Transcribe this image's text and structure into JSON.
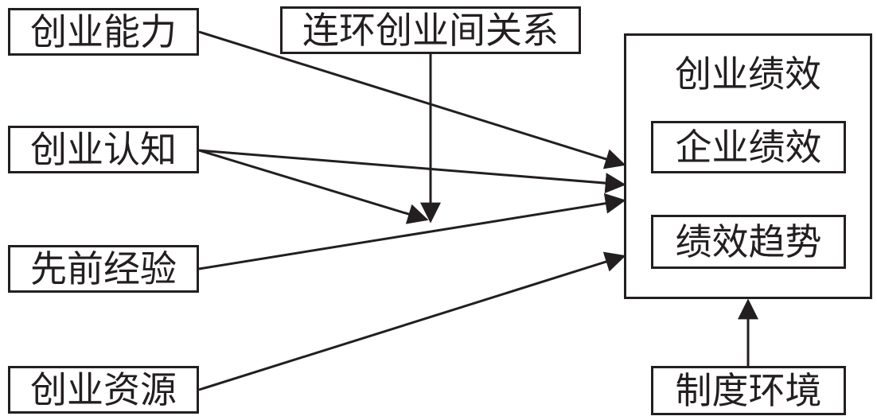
{
  "colors": {
    "ink": "#231f20",
    "background": "#ffffff"
  },
  "inputs": {
    "ability": "创业能力",
    "cognition": "创业认知",
    "experience": "先前经验",
    "resources": "创业资源"
  },
  "moderators": {
    "serial_relationship": "连环创业间关系",
    "institutional_environment": "制度环境"
  },
  "outcome": {
    "title": "创业绩效",
    "items": [
      "企业绩效",
      "绩效趋势"
    ]
  }
}
